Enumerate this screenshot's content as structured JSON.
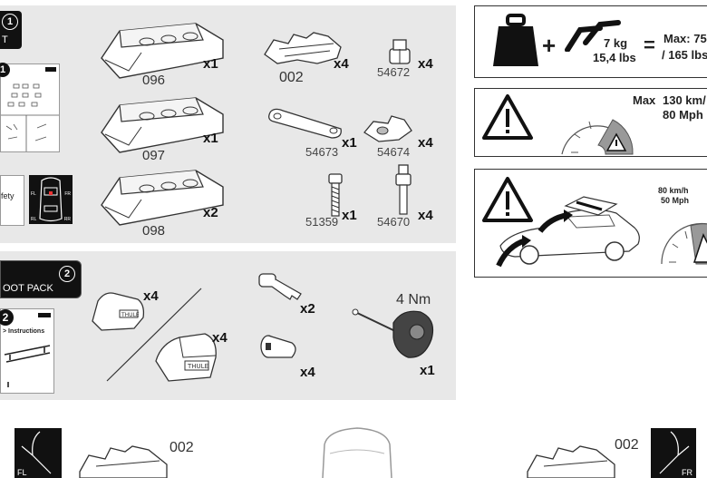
{
  "top_panel": {
    "parts": [
      {
        "code": "096",
        "qty": "x1"
      },
      {
        "code": "002",
        "qty": "x4"
      },
      {
        "code": "54672",
        "qty": "x4"
      },
      {
        "code": "097",
        "qty": "x1"
      },
      {
        "code": "54673",
        "qty": "x1"
      },
      {
        "code": "54674",
        "qty": "x4"
      },
      {
        "code": "098",
        "qty": "x2"
      },
      {
        "code": "51359",
        "qty": "x1"
      },
      {
        "code": "54670",
        "qty": "x4"
      }
    ],
    "left_labels": {
      "step1": "1",
      "t": "T",
      "step1b": "1",
      "fety": "fety",
      "fl": "FL",
      "fr": "FR",
      "rl": "RL",
      "rr": "RR"
    }
  },
  "foot_panel": {
    "title": "OOT PACK",
    "step": "2",
    "step2": "2",
    "booklet_title": "> Instructions",
    "parts": [
      {
        "qty": "x4"
      },
      {
        "qty": "x4"
      },
      {
        "qty": "x2"
      },
      {
        "qty": "x4"
      },
      {
        "qty": "x1"
      }
    ],
    "torque": "4 Nm",
    "brand": "THULE"
  },
  "load_box": {
    "plus": "+",
    "weight_kg": "7 kg",
    "weight_lbs": "15,4 lbs",
    "equals": "=",
    "max_line1": "Max: 75",
    "max_line2": "/ 165 lbs"
  },
  "speed_box": {
    "label_max": "Max",
    "kmh": "130 km/",
    "mph": "80 Mph"
  },
  "car_box": {
    "kmh": "80 km/h",
    "mph": "50 Mph"
  },
  "bottom": {
    "code_left": "002",
    "code_right": "002",
    "fl": "FL",
    "fr": "FR"
  }
}
